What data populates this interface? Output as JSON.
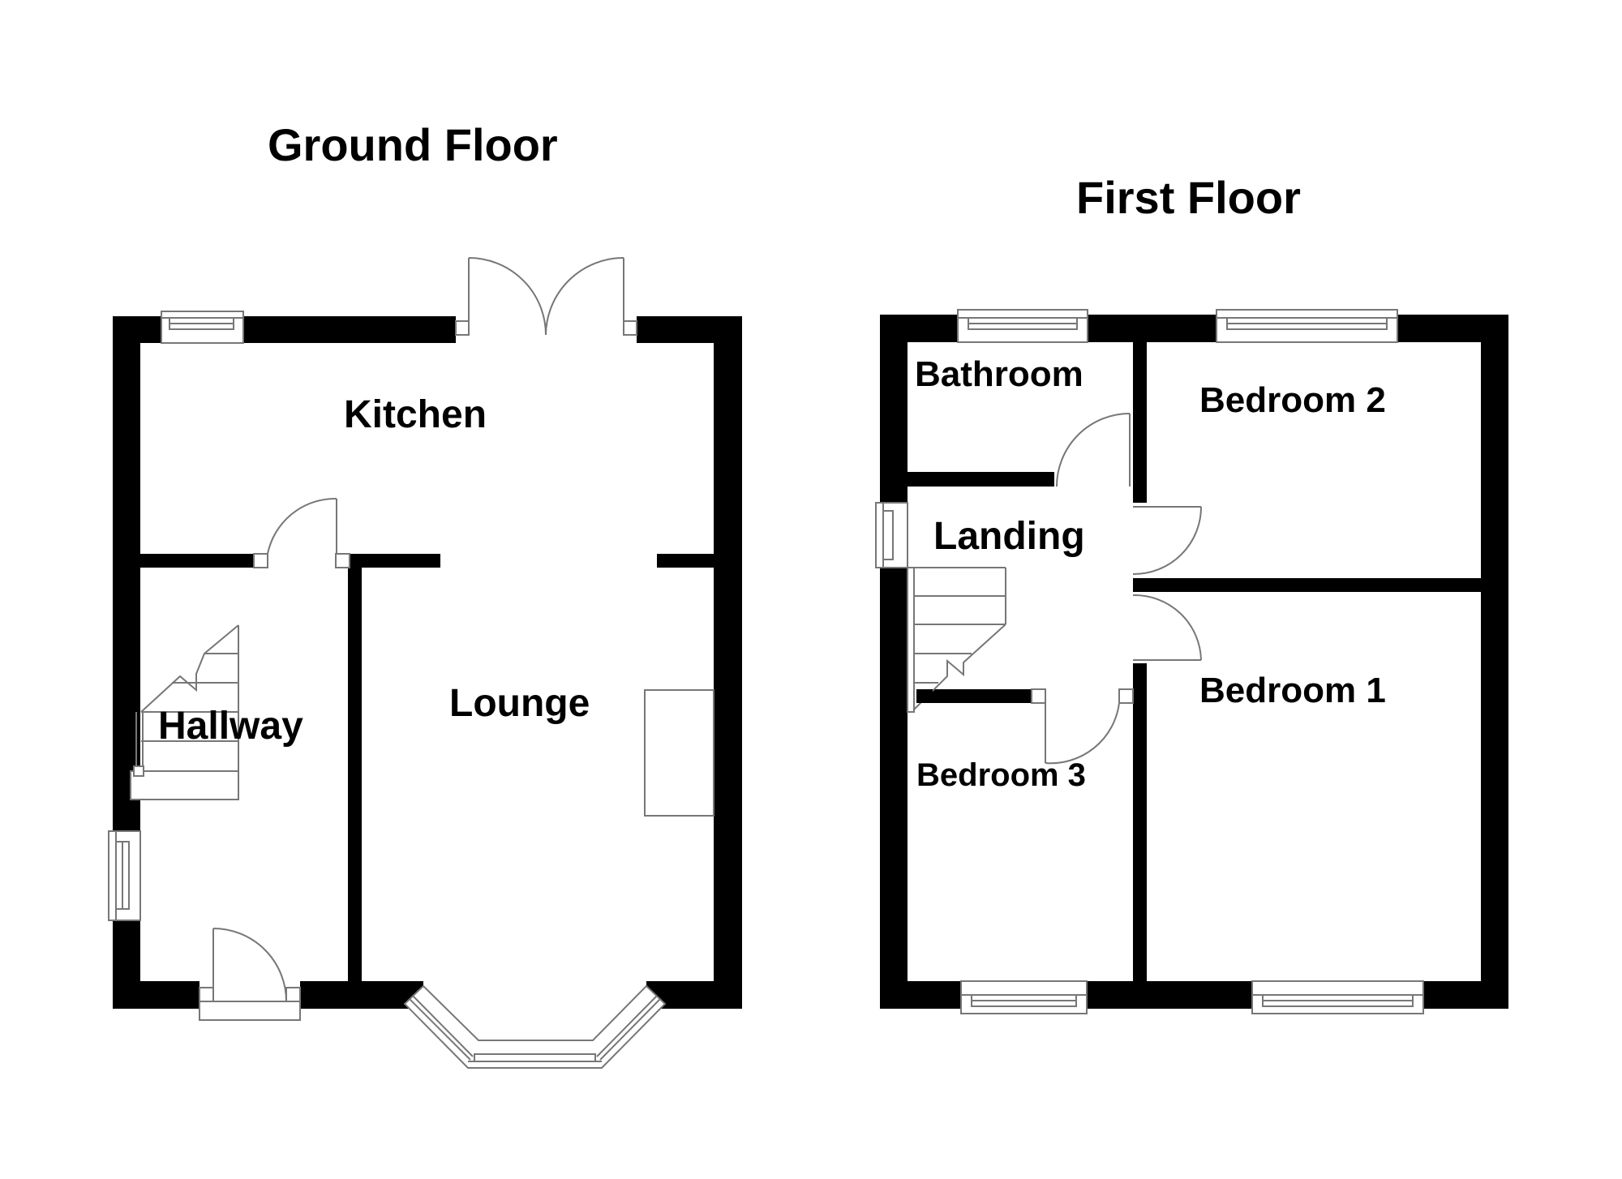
{
  "floors": [
    {
      "title": "Ground Floor",
      "rooms": [
        {
          "name": "Kitchen"
        },
        {
          "name": "Hallway"
        },
        {
          "name": "Lounge"
        }
      ]
    },
    {
      "title": "First Floor",
      "rooms": [
        {
          "name": "Bathroom"
        },
        {
          "name": "Bedroom 2"
        },
        {
          "name": "Landing"
        },
        {
          "name": "Bedroom 1"
        },
        {
          "name": "Bedroom 3"
        }
      ]
    }
  ],
  "colors": {
    "wall": "#000000",
    "fixture_line": "#777777",
    "background": "#ffffff"
  }
}
